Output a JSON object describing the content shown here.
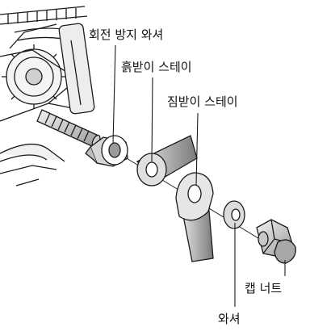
{
  "labels": {
    "anti_rotation_washer": "회전 방지 와셔",
    "mudguard_stay": "흙받이 스테이",
    "carrier_stay": "짐받이 스테이",
    "cap_nut": "캡 너트",
    "washer": "와셔"
  },
  "colors": {
    "stroke": "#1a1a1a",
    "fill": "#ffffff",
    "shade": "#cfcfcf",
    "dark": "#6b6b6b"
  }
}
